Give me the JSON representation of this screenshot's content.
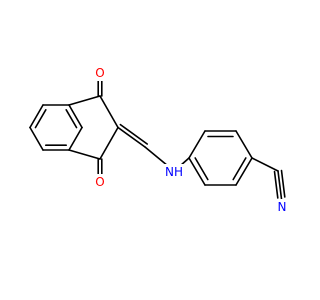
{
  "molecule": {
    "atoms": {
      "o_top": "O",
      "o_bottom": "O",
      "nh": "NH",
      "n_nitrile": "N"
    }
  },
  "colors": {
    "oxygen": "#ff0000",
    "nitrogen": "#0000ff",
    "bond": "#000000",
    "background": "#ffffff"
  }
}
